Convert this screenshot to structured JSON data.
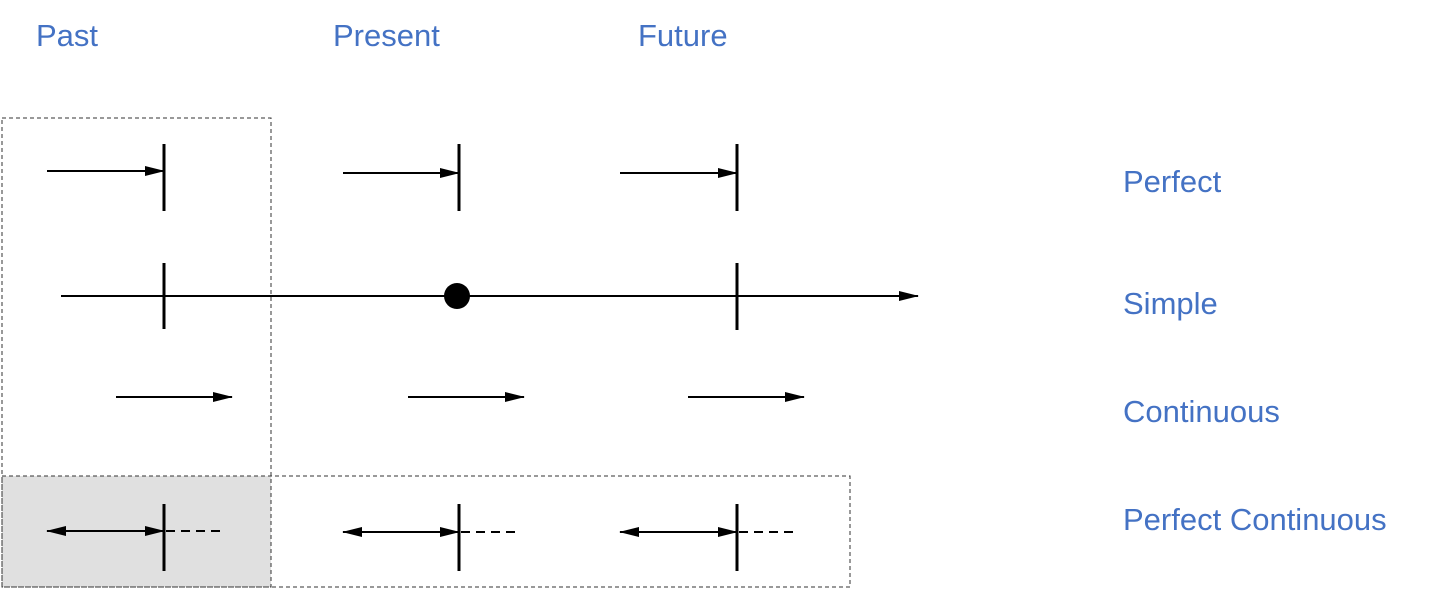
{
  "colors": {
    "label_blue": "#4472C4",
    "line": "#000000",
    "highlight": "#E0E0E0",
    "box_border": "#333333"
  },
  "columns": {
    "past": "Past",
    "present": "Present",
    "future": "Future"
  },
  "rows": {
    "perfect": "Perfect",
    "simple": "Simple",
    "continuous": "Continuous",
    "perfect_continuous": "Perfect Continuous"
  }
}
